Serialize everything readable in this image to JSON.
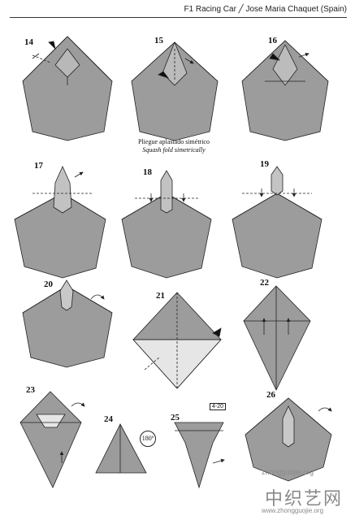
{
  "header": {
    "title": "F1 Racing Car ╱ Jose Maria Chaquet (Spain)"
  },
  "steps": [
    "14",
    "15",
    "16",
    "17",
    "18",
    "19",
    "20",
    "21",
    "22",
    "23",
    "24",
    "25",
    "26"
  ],
  "caption": {
    "es": "Pliegue aplastado simétrico",
    "en": "Squash fold simetrically"
  },
  "marker": "4-20",
  "rotation": "180º",
  "watermark": {
    "cn": "中织艺网",
    "url": "zhongguojie.org",
    "url2": "www.zhongguojie.org"
  },
  "colors": {
    "paper": "#9c9c9c",
    "paper_light": "#e6e6e6",
    "line": "#222222"
  }
}
